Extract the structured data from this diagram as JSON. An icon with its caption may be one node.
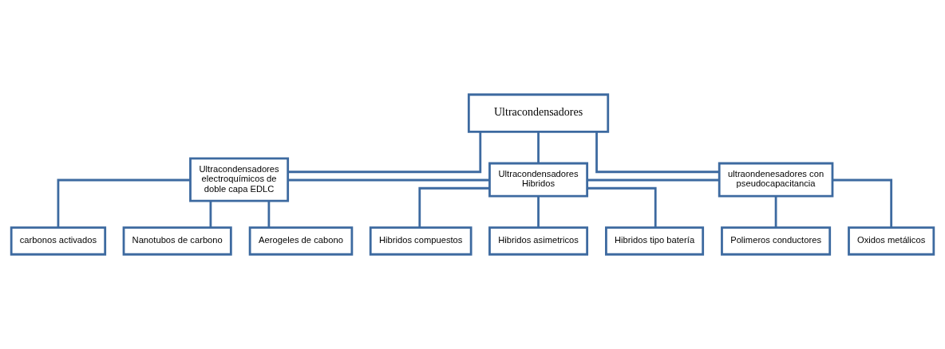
{
  "diagram": {
    "nodes": [
      {
        "text": [
          "Ultracondensadores"
        ]
      },
      {
        "text": [
          "Ultracondensadores electroquímicos de doble capa EDLC"
        ]
      },
      {
        "text": [
          "Ultracondensadores Hibridos"
        ]
      },
      {
        "text": [
          "ultraondenesadores con pseudocapacitancia"
        ]
      },
      {
        "text": [
          "carbonos activados"
        ]
      },
      {
        "text": [
          "Nanotubos de carbono"
        ]
      },
      {
        "text": [
          "Aerogeles de cabono"
        ]
      },
      {
        "text": [
          "Hibridos compuestos"
        ]
      },
      {
        "text": [
          "Hibridos asimetricos"
        ]
      },
      {
        "text": [
          "Hibridos tipo batería"
        ]
      },
      {
        "text": [
          "Polimeros conductores"
        ]
      },
      {
        "text": [
          "Oxidos metálicos"
        ]
      }
    ],
    "edges": [
      {
        "from": 0,
        "to": 1,
        "arrow": "none"
      },
      {
        "from": 0,
        "to": 2,
        "arrow": "none"
      },
      {
        "from": 0,
        "to": 3,
        "arrow": "none"
      },
      {
        "from": 1,
        "to": 2,
        "arrow": "none"
      },
      {
        "from": 2,
        "to": 3,
        "arrow": "none"
      },
      {
        "from": 1,
        "to": 4,
        "arrow": "none"
      },
      {
        "from": 1,
        "to": 5,
        "arrow": "none"
      },
      {
        "from": 1,
        "to": 6,
        "arrow": "none"
      },
      {
        "from": 2,
        "to": 7,
        "arrow": "none"
      },
      {
        "from": 2,
        "to": 8,
        "arrow": "none"
      },
      {
        "from": 2,
        "to": 9,
        "arrow": "none"
      },
      {
        "from": 3,
        "to": 10,
        "arrow": "none"
      },
      {
        "from": 3,
        "to": 11,
        "arrow": "none"
      }
    ]
  }
}
